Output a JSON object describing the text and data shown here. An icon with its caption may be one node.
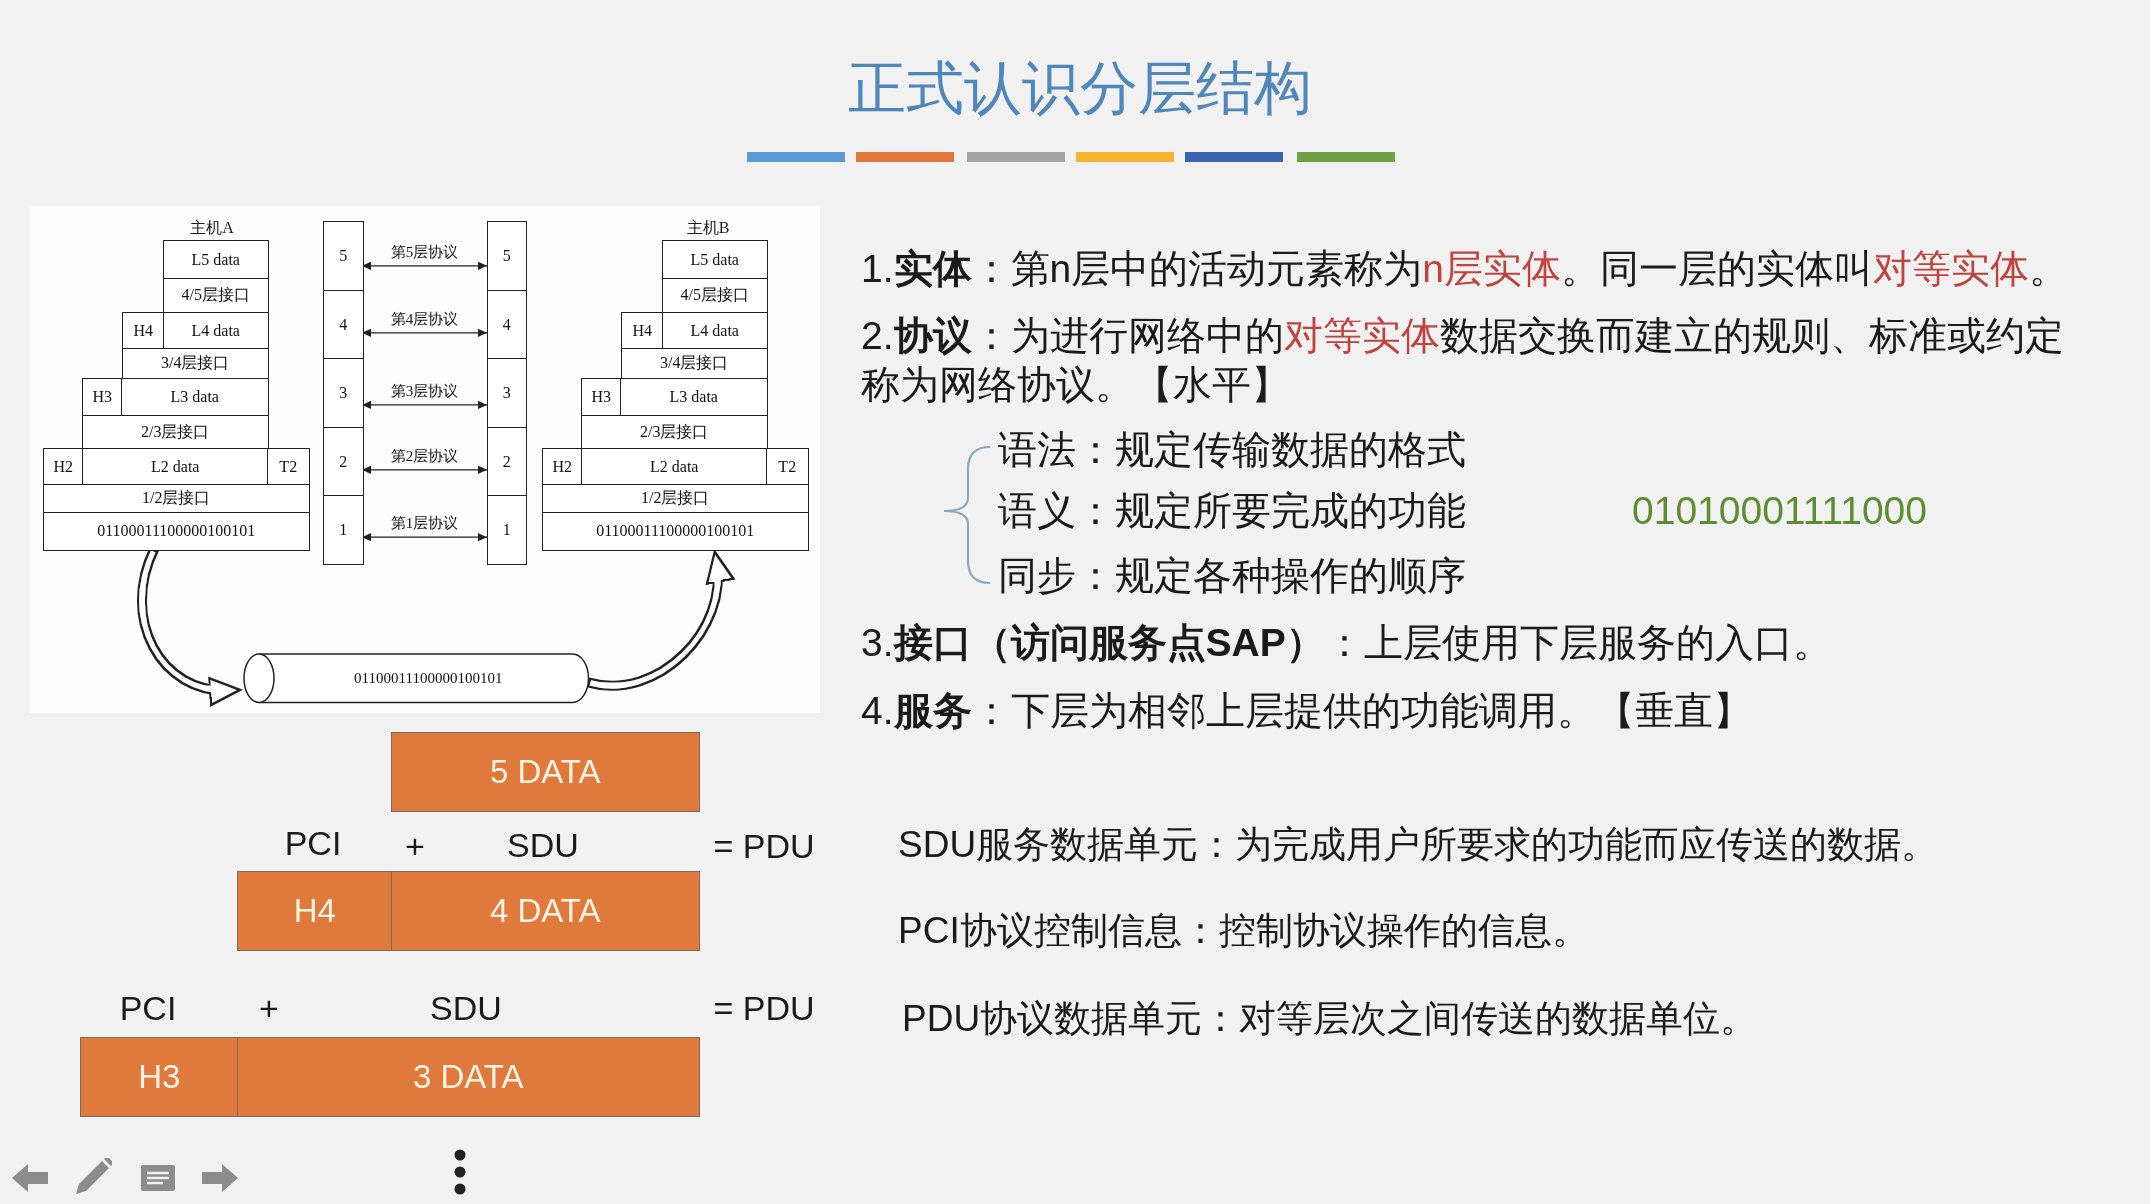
{
  "diagram": {
    "title": "正式认识分层结构",
    "nodes": [
      {
        "text": [
          "L5 data"
        ]
      },
      {
        "text": [
          "4/5层接口"
        ]
      },
      {
        "text": [
          "H4"
        ]
      },
      {
        "text": [
          "L4 data"
        ]
      },
      {
        "text": [
          "3/4层接口"
        ]
      },
      {
        "text": [
          "H3"
        ]
      },
      {
        "text": [
          "L3 data"
        ]
      },
      {
        "text": [
          "2/3层接口"
        ]
      },
      {
        "text": [
          "H2"
        ]
      },
      {
        "text": [
          "L2 data"
        ]
      },
      {
        "text": [
          "T2"
        ]
      },
      {
        "text": [
          "1/2层接口"
        ]
      },
      {
        "text": [
          "01100011100000100101"
        ]
      },
      {
        "text": [
          "5"
        ]
      },
      {
        "text": [
          "4"
        ]
      },
      {
        "text": [
          "3"
        ]
      },
      {
        "text": [
          "2"
        ]
      },
      {
        "text": [
          "1"
        ]
      },
      {
        "text": [
          "5"
        ]
      },
      {
        "text": [
          "4"
        ]
      },
      {
        "text": [
          "3"
        ]
      },
      {
        "text": [
          "2"
        ]
      },
      {
        "text": [
          "1"
        ]
      },
      {
        "text": [
          "L5 data"
        ]
      },
      {
        "text": [
          "4/5层接口"
        ]
      },
      {
        "text": [
          "H4"
        ]
      },
      {
        "text": [
          "L4 data"
        ]
      },
      {
        "text": [
          "3/4层接口"
        ]
      },
      {
        "text": [
          "H3"
        ]
      },
      {
        "text": [
          "L3 data"
        ]
      },
      {
        "text": [
          "2/3层接口"
        ]
      },
      {
        "text": [
          "H2"
        ]
      },
      {
        "text": [
          "L2 data"
        ]
      },
      {
        "text": [
          "T2"
        ]
      },
      {
        "text": [
          "1/2层接口"
        ]
      },
      {
        "text": [
          "01100011100000100101"
        ]
      },
      {
        "text": [
          "01100011100000100101"
        ]
      },
      {
        "text": [
          "5 DATA"
        ]
      },
      {
        "text": [
          "H4"
        ]
      },
      {
        "text": [
          "4 DATA"
        ]
      },
      {
        "text": [
          "H3"
        ]
      },
      {
        "text": [
          "3 DATA"
        ]
      }
    ],
    "edges": [
      {
        "from": 13,
        "to": 18,
        "label": "第5层协议",
        "arrow": "both"
      },
      {
        "from": 14,
        "to": 19,
        "label": "第4层协议",
        "arrow": "both"
      },
      {
        "from": 15,
        "to": 20,
        "label": "第3层协议",
        "arrow": "both"
      },
      {
        "from": 16,
        "to": 21,
        "label": "第2层协议",
        "arrow": "both"
      },
      {
        "from": 17,
        "to": 22,
        "label": "第1层协议",
        "arrow": "both"
      },
      {
        "from": 12,
        "to": 36,
        "arrow": "to",
        "style": "thick"
      },
      {
        "from": 36,
        "to": 35,
        "arrow": "to",
        "style": "thick"
      }
    ],
    "labels": [
      "主机A",
      "主机B",
      "1.**实体**：第n层中的活动元素称为n层实体。同一层的实体叫对等实体。",
      "2.**协议**：为进行网络中的对等实体数据交换而建立的规则、标准或约定称为网络协议。【水平】",
      "语法：规定传输数据的格式",
      "语义：规定所要完成的功能",
      "01010001111000",
      "同步：规定各种操作的顺序",
      "3.**接口（访问服务点SAP）**：上层使用下层服务的入口。",
      "4.**服务**：下层为相邻上层提供的功能调用。【垂直】",
      "PCI",
      "+",
      "SDU",
      "= PDU",
      "SDU服务数据单元：为完成用户所要求的功能而应传送的数据。",
      "PCI协议控制信息：控制协议操作的信息。",
      "PCI",
      "+",
      "SDU",
      "= PDU",
      "PDU协议数据单元：对等层次之间传送的数据单位。"
    ]
  }
}
